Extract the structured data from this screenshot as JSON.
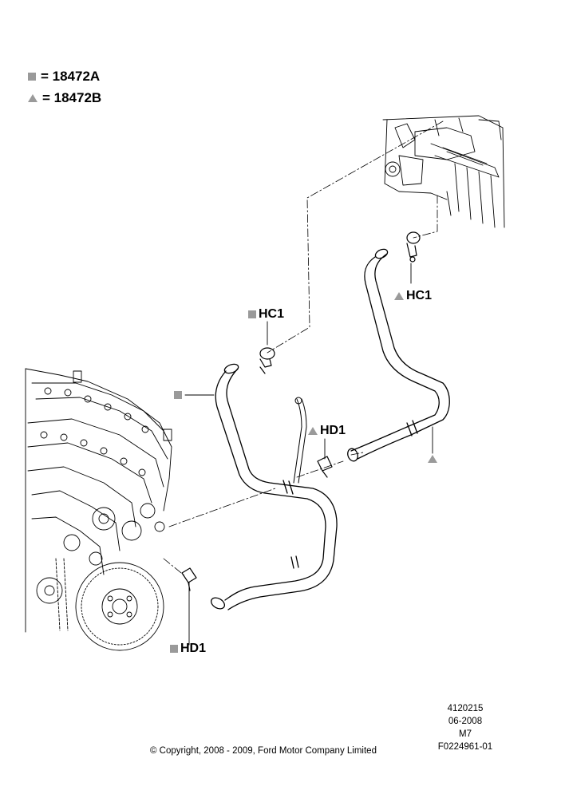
{
  "legend": [
    {
      "symbol": "square-icon",
      "text": "= 18472A"
    },
    {
      "symbol": "triangle-icon",
      "text": "= 18472B"
    }
  ],
  "callouts": {
    "hc1_left": "HC1",
    "hc1_right": "HC1",
    "hd1_upper": "HD1",
    "hd1_lower": "HD1"
  },
  "reference": {
    "number": "4120215",
    "date": "06-2008",
    "model": "M7",
    "figure_id": "F0224961-01"
  },
  "copyright": "© Copyright, 2008 - 2009, Ford Motor Company Limited",
  "colors": {
    "marker": "#9a9a9a",
    "line": "#000000"
  }
}
